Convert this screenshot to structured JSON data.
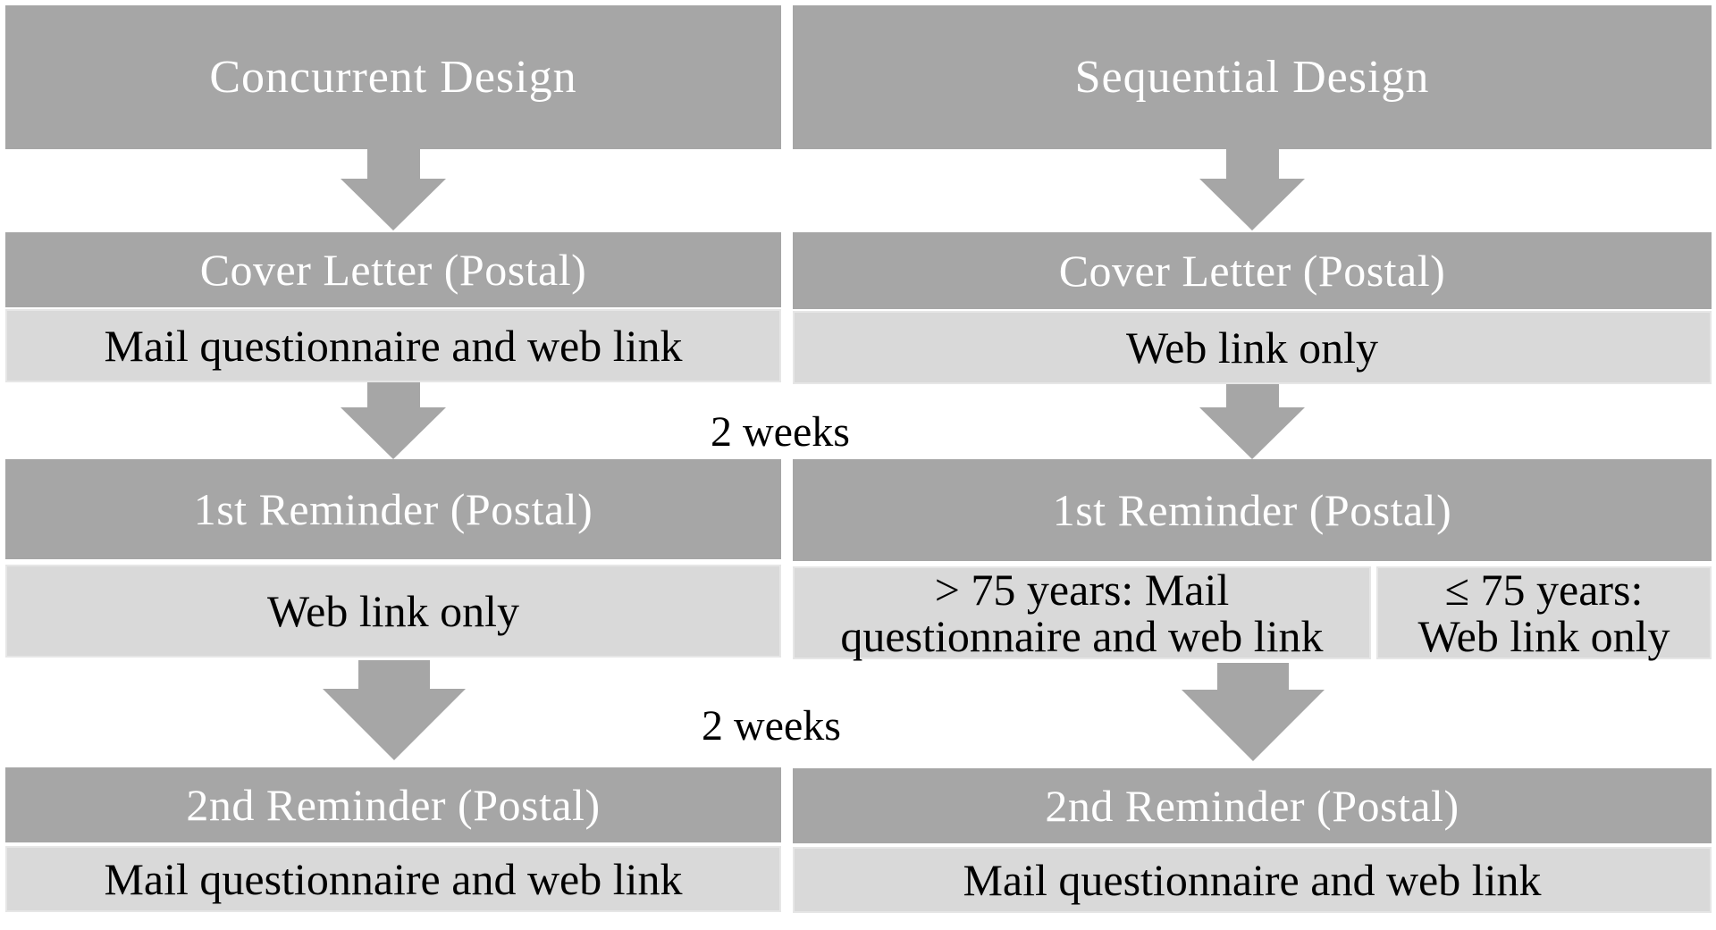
{
  "colors": {
    "dark_fill": "#a6a6a6",
    "light_fill": "#d9d9d9",
    "dark_text": "#ffffff",
    "light_text": "#000000"
  },
  "concurrent": {
    "title": "Concurrent Design",
    "cover_letter": "Cover Letter (Postal)",
    "cover_content": "Mail questionnaire and web link",
    "reminder1": "1st Reminder (Postal)",
    "reminder1_content": "Web link only",
    "reminder2": "2nd Reminder (Postal)",
    "reminder2_content": "Mail questionnaire and web link"
  },
  "sequential": {
    "title": "Sequential Design",
    "cover_letter": "Cover Letter (Postal)",
    "cover_content": "Web link only",
    "reminder1": "1st Reminder (Postal)",
    "reminder1_over75_line1": "> 75 years: Mail",
    "reminder1_over75_line2": "questionnaire and web link",
    "reminder1_under75_line1": "≤ 75 years:",
    "reminder1_under75_line2": "Web link only",
    "reminder2": "2nd Reminder (Postal)",
    "reminder2_content": "Mail questionnaire and web link"
  },
  "intervals": {
    "first": "2 weeks",
    "second": "2 weeks"
  }
}
